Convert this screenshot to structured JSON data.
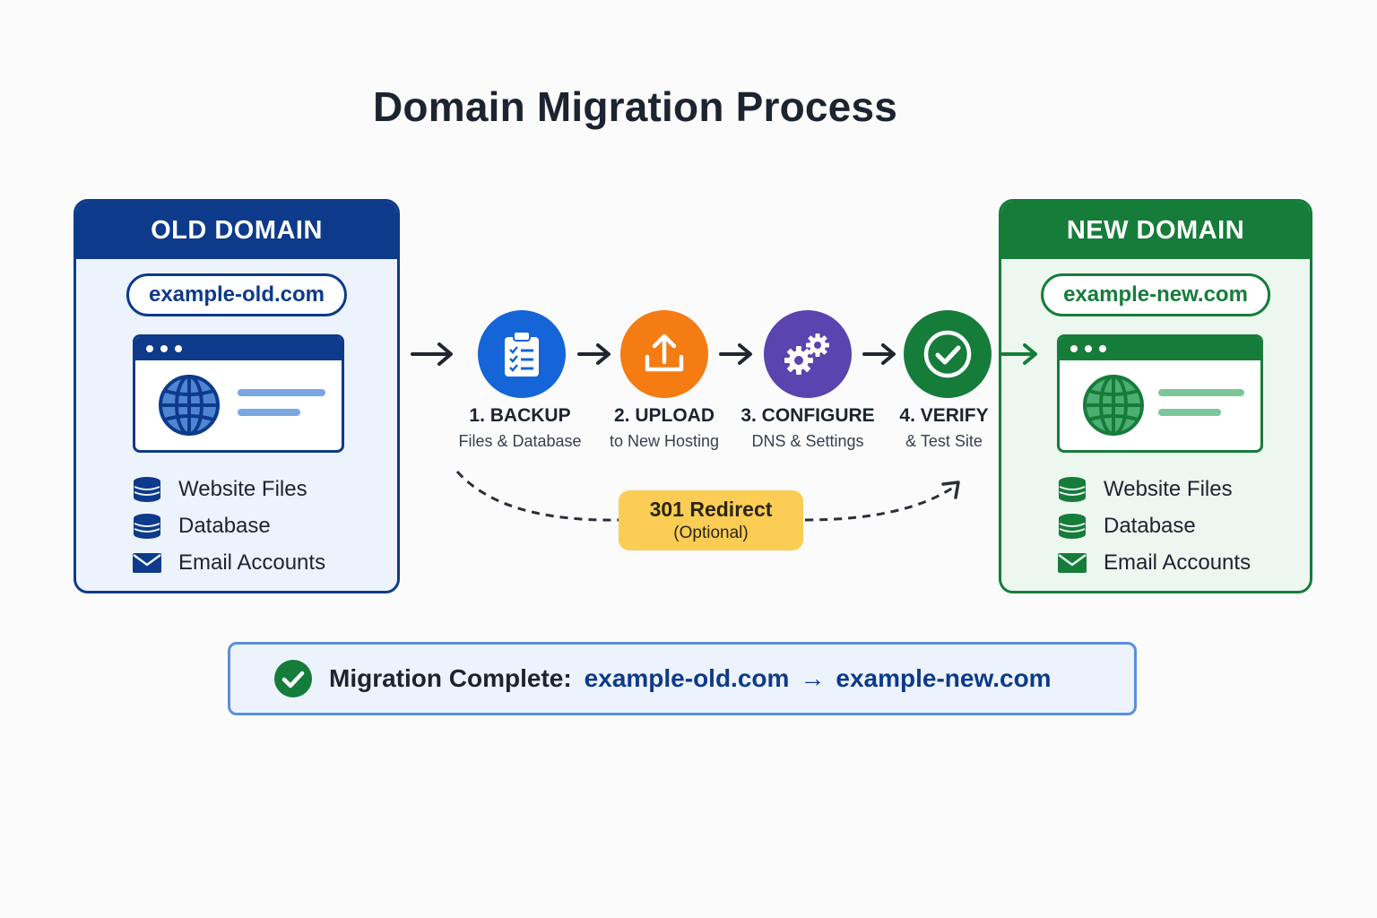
{
  "title": "Domain Migration Process",
  "old_domain": {
    "header": "OLD DOMAIN",
    "url": "example-old.com",
    "items": [
      "Website Files",
      "Database",
      "Email Accounts"
    ],
    "color": "#0d3a8a"
  },
  "new_domain": {
    "header": "NEW DOMAIN",
    "url": "example-new.com",
    "items": [
      "Website Files",
      "Database",
      "Email Accounts"
    ],
    "color": "#167c3a"
  },
  "steps": [
    {
      "title": "1. BACKUP",
      "subtitle": "Files & Database",
      "icon": "clipboard-checklist-icon",
      "color": "#1565d8"
    },
    {
      "title": "2. UPLOAD",
      "subtitle": "to New Hosting",
      "icon": "upload-icon",
      "color": "#f57c12"
    },
    {
      "title": "3. CONFIGURE",
      "subtitle": "DNS & Settings",
      "icon": "gears-icon",
      "color": "#5a44b0"
    },
    {
      "title": "4. VERIFY",
      "subtitle": "& Test Site",
      "icon": "check-icon",
      "color": "#167c3a"
    }
  ],
  "redirect": {
    "label": "301 Redirect",
    "note": "(Optional)",
    "color": "#fbcd54"
  },
  "banner": {
    "label": "Migration Complete:",
    "from": "example-old.com",
    "arrow": "→",
    "to": "example-new.com"
  }
}
